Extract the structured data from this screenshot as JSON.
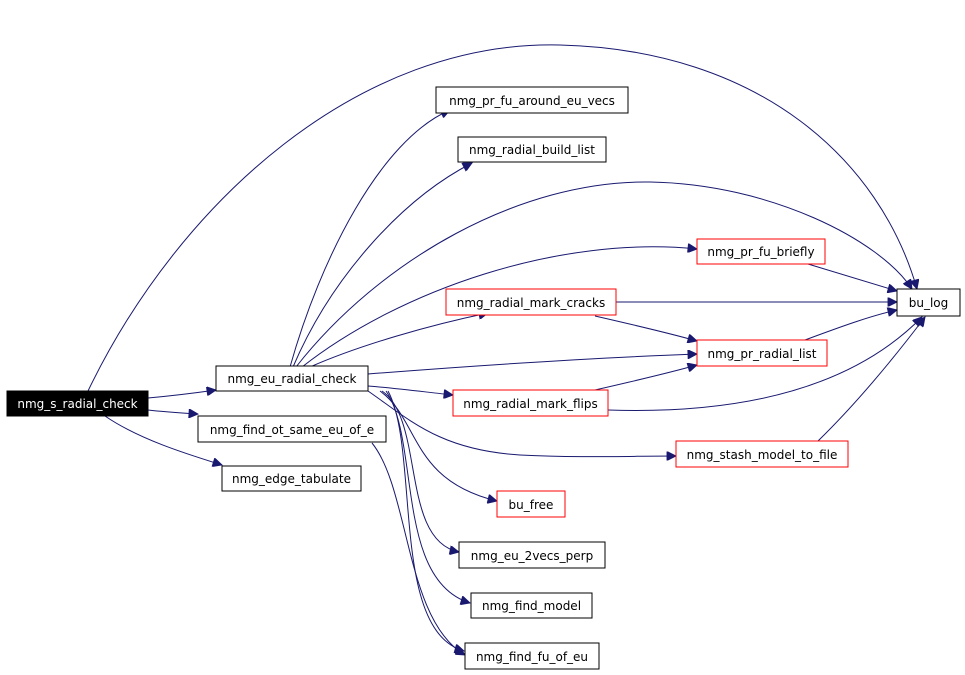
{
  "colors": {
    "edge": "#191970",
    "red_border": "#ff0000",
    "root_fill": "#000000"
  },
  "nodes": {
    "root": "nmg_s_radial_check",
    "eu_radial_check": "nmg_eu_radial_check",
    "find_ot_same": "nmg_find_ot_same_eu_of_e",
    "edge_tabulate": "nmg_edge_tabulate",
    "pr_fu_around": "nmg_pr_fu_around_eu_vecs",
    "radial_build_list": "nmg_radial_build_list",
    "pr_fu_briefly": "nmg_pr_fu_briefly",
    "radial_mark_cracks": "nmg_radial_mark_cracks",
    "pr_radial_list": "nmg_pr_radial_list",
    "radial_mark_flips": "nmg_radial_mark_flips",
    "stash_model": "nmg_stash_model_to_file",
    "bu_free": "bu_free",
    "eu_2vecs_perp": "nmg_eu_2vecs_perp",
    "find_model": "nmg_find_model",
    "find_fu_of_eu": "nmg_find_fu_of_eu",
    "bu_log": "bu_log"
  }
}
